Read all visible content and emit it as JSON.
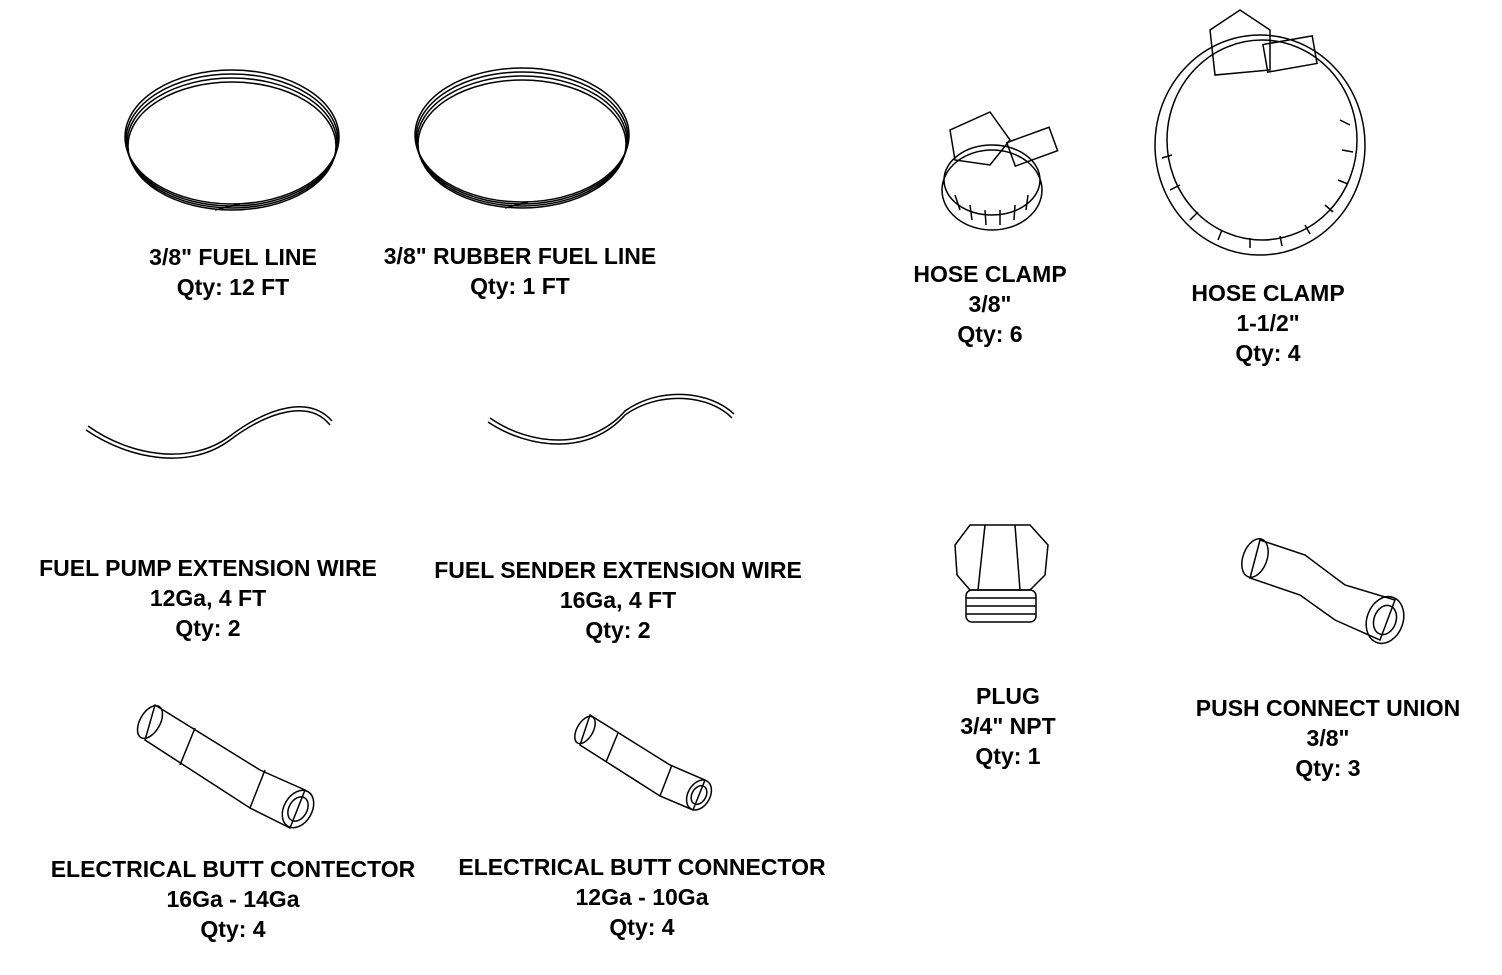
{
  "parts": [
    {
      "name": "3/8\" FUEL LINE",
      "spec": "",
      "qty": "Qty: 12 FT",
      "icon": "fuel-line-coil"
    },
    {
      "name": "3/8\" RUBBER FUEL LINE",
      "spec": "",
      "qty": "Qty: 1 FT",
      "icon": "rubber-fuel-line-coil"
    },
    {
      "name": "HOSE CLAMP",
      "spec": "3/8\"",
      "qty": "Qty: 6",
      "icon": "small-hose-clamp"
    },
    {
      "name": "HOSE CLAMP",
      "spec": "1-1/2\"",
      "qty": "Qty: 4",
      "icon": "large-hose-clamp"
    },
    {
      "name": "FUEL PUMP EXTENSION WIRE",
      "spec": "12Ga, 4 FT",
      "qty": "Qty: 2",
      "icon": "wire"
    },
    {
      "name": "FUEL SENDER EXTENSION WIRE",
      "spec": "16Ga, 4 FT",
      "qty": "Qty: 2",
      "icon": "wire"
    },
    {
      "name": "PLUG",
      "spec": "3/4\" NPT",
      "qty": "Qty: 1",
      "icon": "hex-plug"
    },
    {
      "name": "PUSH CONNECT UNION",
      "spec": "3/8\"",
      "qty": "Qty: 3",
      "icon": "push-connect-union"
    },
    {
      "name": "ELECTRICAL BUTT CONTECTOR",
      "spec": "16Ga - 14Ga",
      "qty": "Qty: 4",
      "icon": "butt-connector"
    },
    {
      "name": "ELECTRICAL BUTT CONNECTOR",
      "spec": "12Ga - 10Ga",
      "qty": "Qty: 4",
      "icon": "butt-connector"
    }
  ]
}
